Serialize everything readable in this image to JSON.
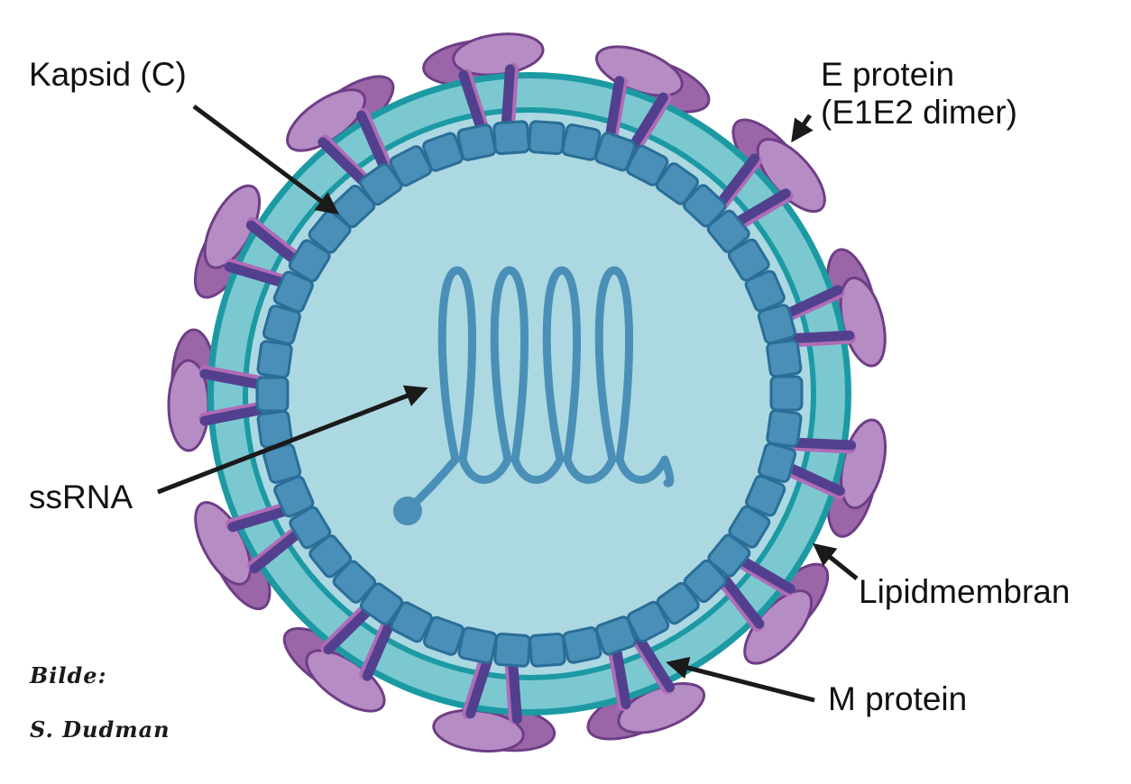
{
  "diagram": {
    "subject": "Enveloped virus (alphavirus/togavirus) structure",
    "colors": {
      "background": "#ffffff",
      "core": "#acd8e2",
      "membrane_band": "#7cc8d0",
      "membrane_line": "#1c9aa4",
      "capsid_fill": "#4a8fb7",
      "capsid_stroke": "#2a6e98",
      "rna": "#4a8fb7",
      "spike_dark": "#9a66a8",
      "spike_light": "#b68cc4",
      "spike_outline": "#6e3e86",
      "stalk_dark": "#52408e",
      "stalk_light": "#b06cb6",
      "arrow": "#1a1a1a",
      "text": "#111111"
    },
    "labels": {
      "capsid": "Kapsid (C)",
      "e_protein_line1": "E protein",
      "e_protein_line2": "(E1E2 dimer)",
      "ssrna": "ssRNA",
      "lipid_membrane": "Lipidmembran",
      "m_protein": "M protein"
    },
    "credit": {
      "line1": "Bilde:",
      "line2": "S. Dudman"
    },
    "components": {
      "spike_clusters": 13,
      "capsid_subunits": 46,
      "rna_loops": 4
    }
  }
}
